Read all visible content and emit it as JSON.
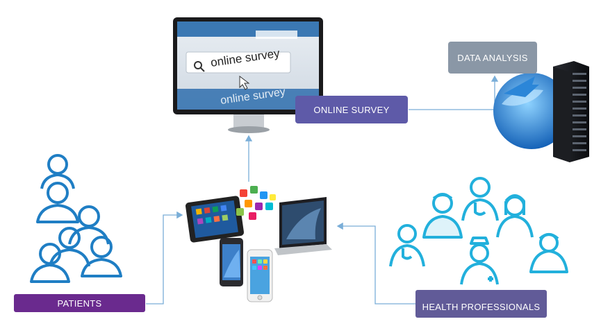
{
  "labels": {
    "online_survey": "ONLINE SURVEY",
    "data_analysis": "DATA ANALYSIS",
    "patients": "PATIENTS",
    "health_professionals": "HEALTH PROFESSIONALS"
  },
  "screen": {
    "search_text": "online survey",
    "search_text_echo": "online survey"
  },
  "colors": {
    "people_blue": "#1f7ec4",
    "staff_cyan": "#22b0dc",
    "arrow": "#7aaed8",
    "survey_box": "#5e5aa8",
    "data_box": "#8a97a6",
    "patients_box": "#6a2a8e",
    "health_box": "#615b98"
  }
}
